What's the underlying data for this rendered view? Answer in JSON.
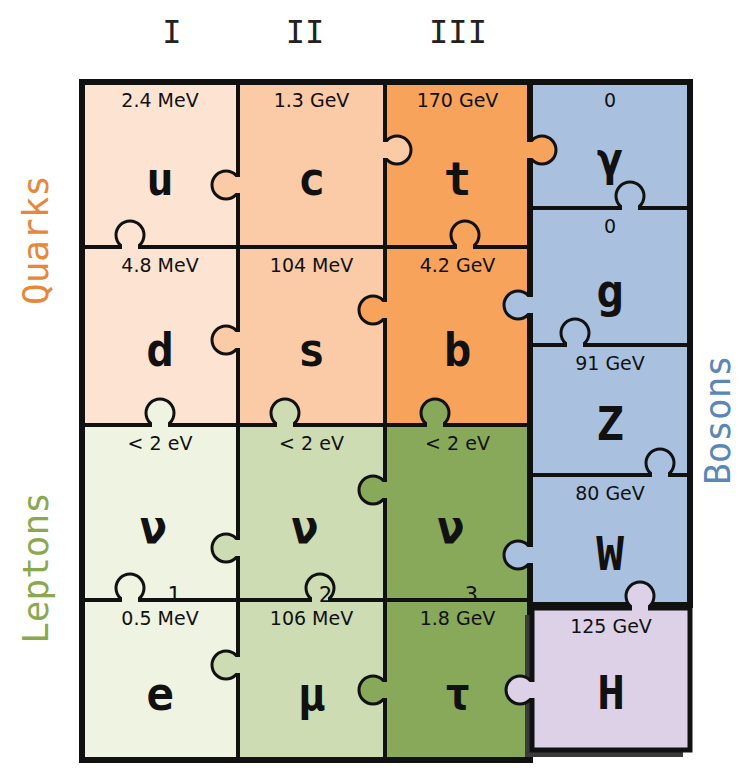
{
  "diagram": {
    "nodes": [
      {
        "text": [
          "2.4 MeV",
          "u"
        ]
      },
      {
        "text": [
          "1.3 GeV",
          "c"
        ]
      },
      {
        "text": [
          "170 GeV",
          "t"
        ]
      },
      {
        "text": [
          "0",
          "γ"
        ]
      },
      {
        "text": [
          "4.8 MeV",
          "d"
        ]
      },
      {
        "text": [
          "104 MeV",
          "s"
        ]
      },
      {
        "text": [
          "4.2 GeV",
          "b"
        ]
      },
      {
        "text": [
          "0",
          "g"
        ]
      },
      {
        "text": [
          "91 GeV",
          "Z"
        ]
      },
      {
        "text": [
          "< 2 eV",
          "ν",
          "1"
        ]
      },
      {
        "text": [
          "< 2 eV",
          "ν",
          "2"
        ]
      },
      {
        "text": [
          "< 2 eV",
          "ν",
          "3"
        ]
      },
      {
        "text": [
          "80 GeV",
          "W"
        ]
      },
      {
        "text": [
          "0.5 MeV",
          "e"
        ]
      },
      {
        "text": [
          "106 MeV",
          "μ"
        ]
      },
      {
        "text": [
          "1.8 GeV",
          "τ"
        ]
      },
      {
        "text": [
          "125 GeV",
          "H"
        ]
      }
    ],
    "labels": [
      "I",
      "II",
      "III",
      "Quarks",
      "Leptons",
      "Bosons"
    ]
  }
}
